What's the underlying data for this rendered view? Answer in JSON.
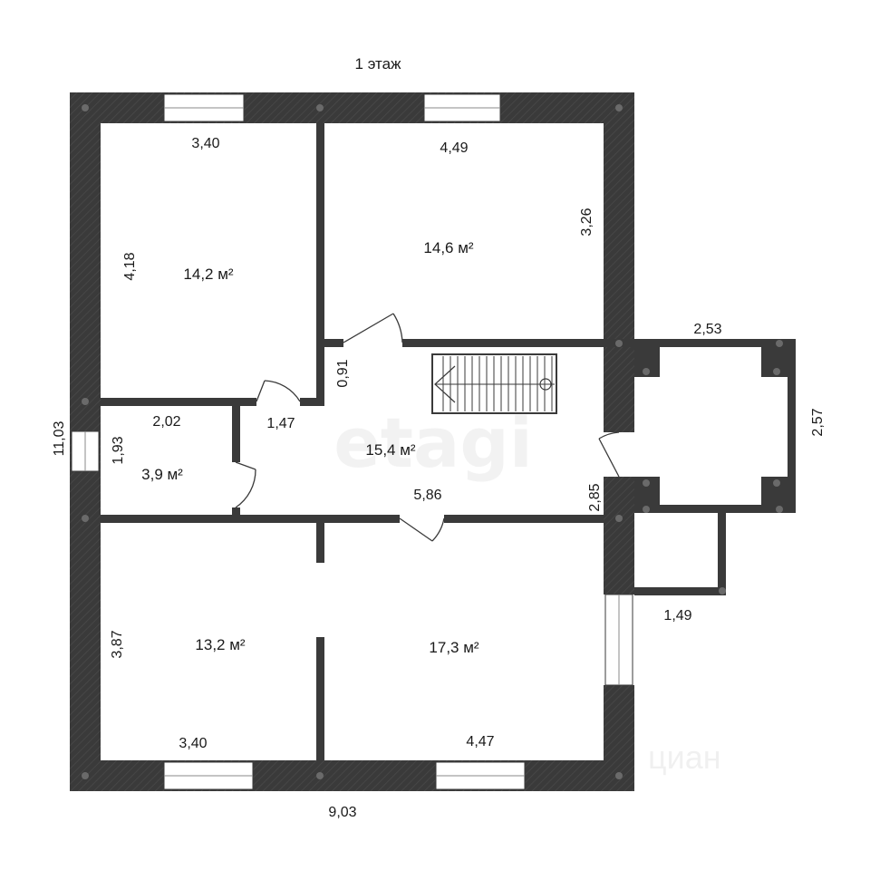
{
  "floor_title": "1 этаж",
  "rooms": [
    {
      "id": "room-top-left",
      "area": "14,2 м²",
      "width": "3,40",
      "height": "4,18"
    },
    {
      "id": "room-top-right",
      "area": "14,6 м²",
      "width": "4,49",
      "height": "3,26"
    },
    {
      "id": "room-small",
      "area": "3,9 м²",
      "width": "2,02",
      "height": "1,93"
    },
    {
      "id": "hall",
      "area": "15,4 м²",
      "width": "5,86",
      "door_width": "1,47",
      "corridor": "0,91"
    },
    {
      "id": "room-bottom-left",
      "area": "13,2 м²",
      "width": "3,40",
      "height": "3,87"
    },
    {
      "id": "room-bottom-right",
      "area": "17,3 м²",
      "width": "4,47"
    }
  ],
  "porch": {
    "width": "2,53",
    "height": "2,57",
    "wall": "2,85"
  },
  "closet": {
    "width": "1,49"
  },
  "overall": {
    "width": "9,03",
    "height": "11,03"
  },
  "watermarks": {
    "main": "etagi",
    "corner": "циан"
  },
  "colors": {
    "wall": "#3a3a3a",
    "background": "#ffffff",
    "text": "#1a1a1a"
  }
}
